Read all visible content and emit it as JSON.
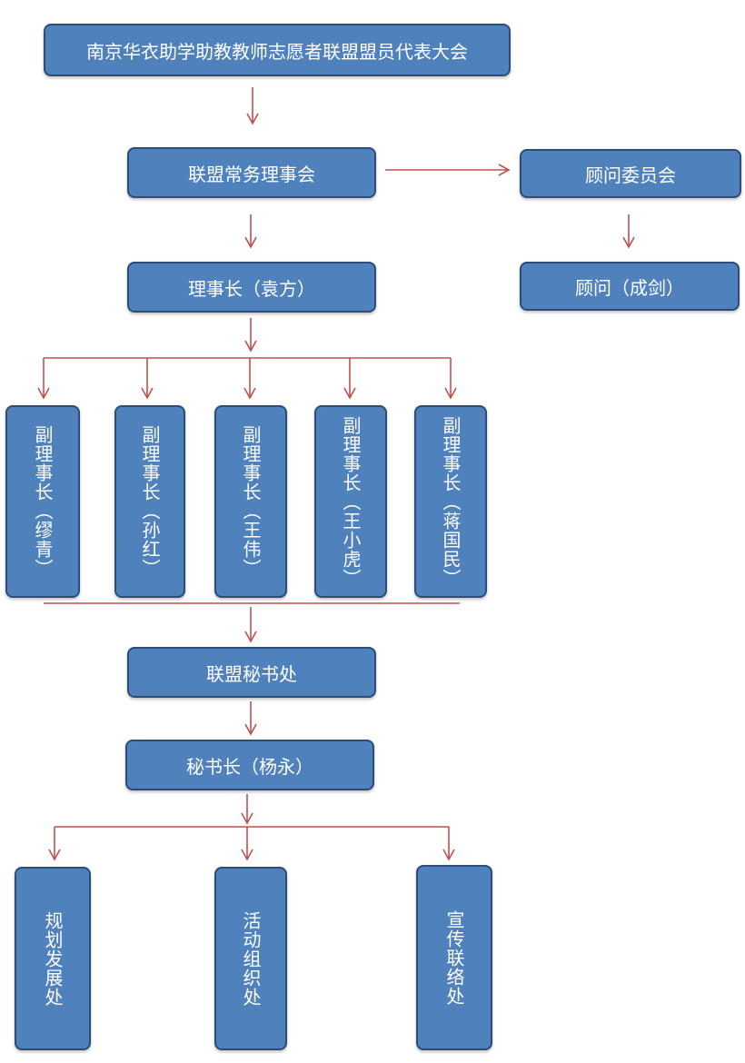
{
  "colors": {
    "box_fill": "#4f81bd",
    "box_border": "#2c4d75",
    "box_text": "#ffffff",
    "connector": "#c0504d"
  },
  "nodes": {
    "congress": "南京华衣助学助教教师志愿者联盟盟员代表大会",
    "standing_council": "联盟常务理事会",
    "advisory_committee": "顾问委员会",
    "chairman": "理事长（袁方）",
    "advisor": "顾问（成剑）",
    "vice_chairmen": [
      "副理事长（缪青）",
      "副理事长（孙红）",
      "副理事长（王伟）",
      "副理事长（王小虎）",
      "副理事长（蒋国民）"
    ],
    "secretariat": "联盟秘书处",
    "secretary_general": "秘书长（杨永）",
    "departments": [
      "规划发展处",
      "活动组织处",
      "宣传联络处"
    ]
  }
}
